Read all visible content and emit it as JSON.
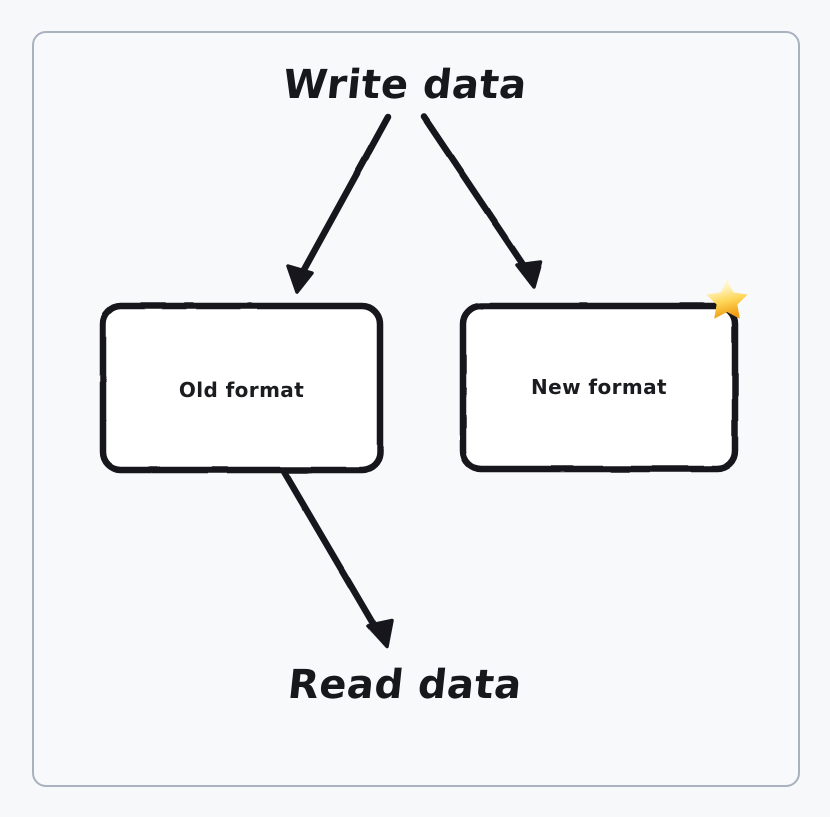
{
  "diagram": {
    "type": "flow",
    "title": "Write data",
    "frame": {
      "border_color": "#aab2c0",
      "background_color": "#f8f9fb"
    },
    "canvas_background": "#f7f8fa",
    "stroke_color": "#17181c",
    "nodes": [
      {
        "id": "write-data",
        "label": "Write data",
        "shape": "text",
        "role": "source"
      },
      {
        "id": "old-format",
        "label": "Old format",
        "shape": "rounded-rectangle",
        "badge": null,
        "fill": "#ffffff",
        "border_color": "#17181c"
      },
      {
        "id": "new-format",
        "label": "New format",
        "shape": "rounded-rectangle",
        "badge": "star-emoji",
        "fill": "#ffffff",
        "border_color": "#17181c"
      },
      {
        "id": "read-data",
        "label": "Read data",
        "shape": "text",
        "role": "sink"
      }
    ],
    "edges": [
      {
        "id": "write-to-old",
        "from": "write-data",
        "to": "old-format",
        "label": "",
        "style": "solid-arrow"
      },
      {
        "id": "write-to-new",
        "from": "write-data",
        "to": "new-format",
        "label": "",
        "style": "solid-arrow"
      },
      {
        "id": "old-to-read",
        "from": "old-format",
        "to": "read-data",
        "label": "",
        "style": "solid-arrow"
      }
    ],
    "badges": {
      "star": {
        "name": "star-emoji",
        "glyph": "star",
        "colors": {
          "highlight": "#fff9d4",
          "mid": "#ffd95e",
          "deep": "#f0a81e"
        }
      }
    }
  }
}
